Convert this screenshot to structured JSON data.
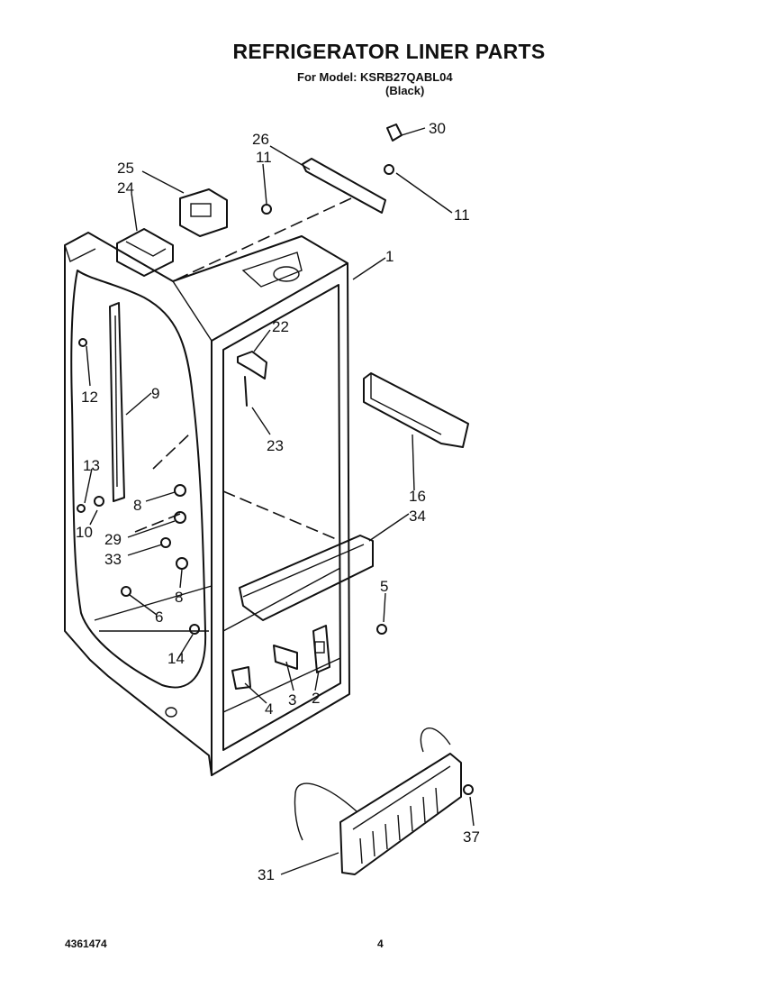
{
  "header": {
    "title": "REFRIGERATOR LINER PARTS",
    "model_line": "For Model: KSRB27QABL04",
    "color_line": "(Black)"
  },
  "footer": {
    "part_number": "4361474",
    "page_number": "4"
  },
  "callouts": [
    {
      "id": "c30",
      "text": "30"
    },
    {
      "id": "c26",
      "text": "26"
    },
    {
      "id": "c11a",
      "text": "11"
    },
    {
      "id": "c11b",
      "text": "11"
    },
    {
      "id": "c25",
      "text": "25"
    },
    {
      "id": "c24",
      "text": "24"
    },
    {
      "id": "c1",
      "text": "1"
    },
    {
      "id": "c22",
      "text": "22"
    },
    {
      "id": "c12",
      "text": "12"
    },
    {
      "id": "c9",
      "text": "9"
    },
    {
      "id": "c23",
      "text": "23"
    },
    {
      "id": "c13",
      "text": "13"
    },
    {
      "id": "c16",
      "text": "16"
    },
    {
      "id": "c34",
      "text": "34"
    },
    {
      "id": "c8a",
      "text": "8"
    },
    {
      "id": "c10",
      "text": "10"
    },
    {
      "id": "c29",
      "text": "29"
    },
    {
      "id": "c33",
      "text": "33"
    },
    {
      "id": "c8b",
      "text": "8"
    },
    {
      "id": "c5",
      "text": "5"
    },
    {
      "id": "c6",
      "text": "6"
    },
    {
      "id": "c14",
      "text": "14"
    },
    {
      "id": "c3",
      "text": "3"
    },
    {
      "id": "c2",
      "text": "2"
    },
    {
      "id": "c4",
      "text": "4"
    },
    {
      "id": "c37",
      "text": "37"
    },
    {
      "id": "c31",
      "text": "31"
    }
  ]
}
